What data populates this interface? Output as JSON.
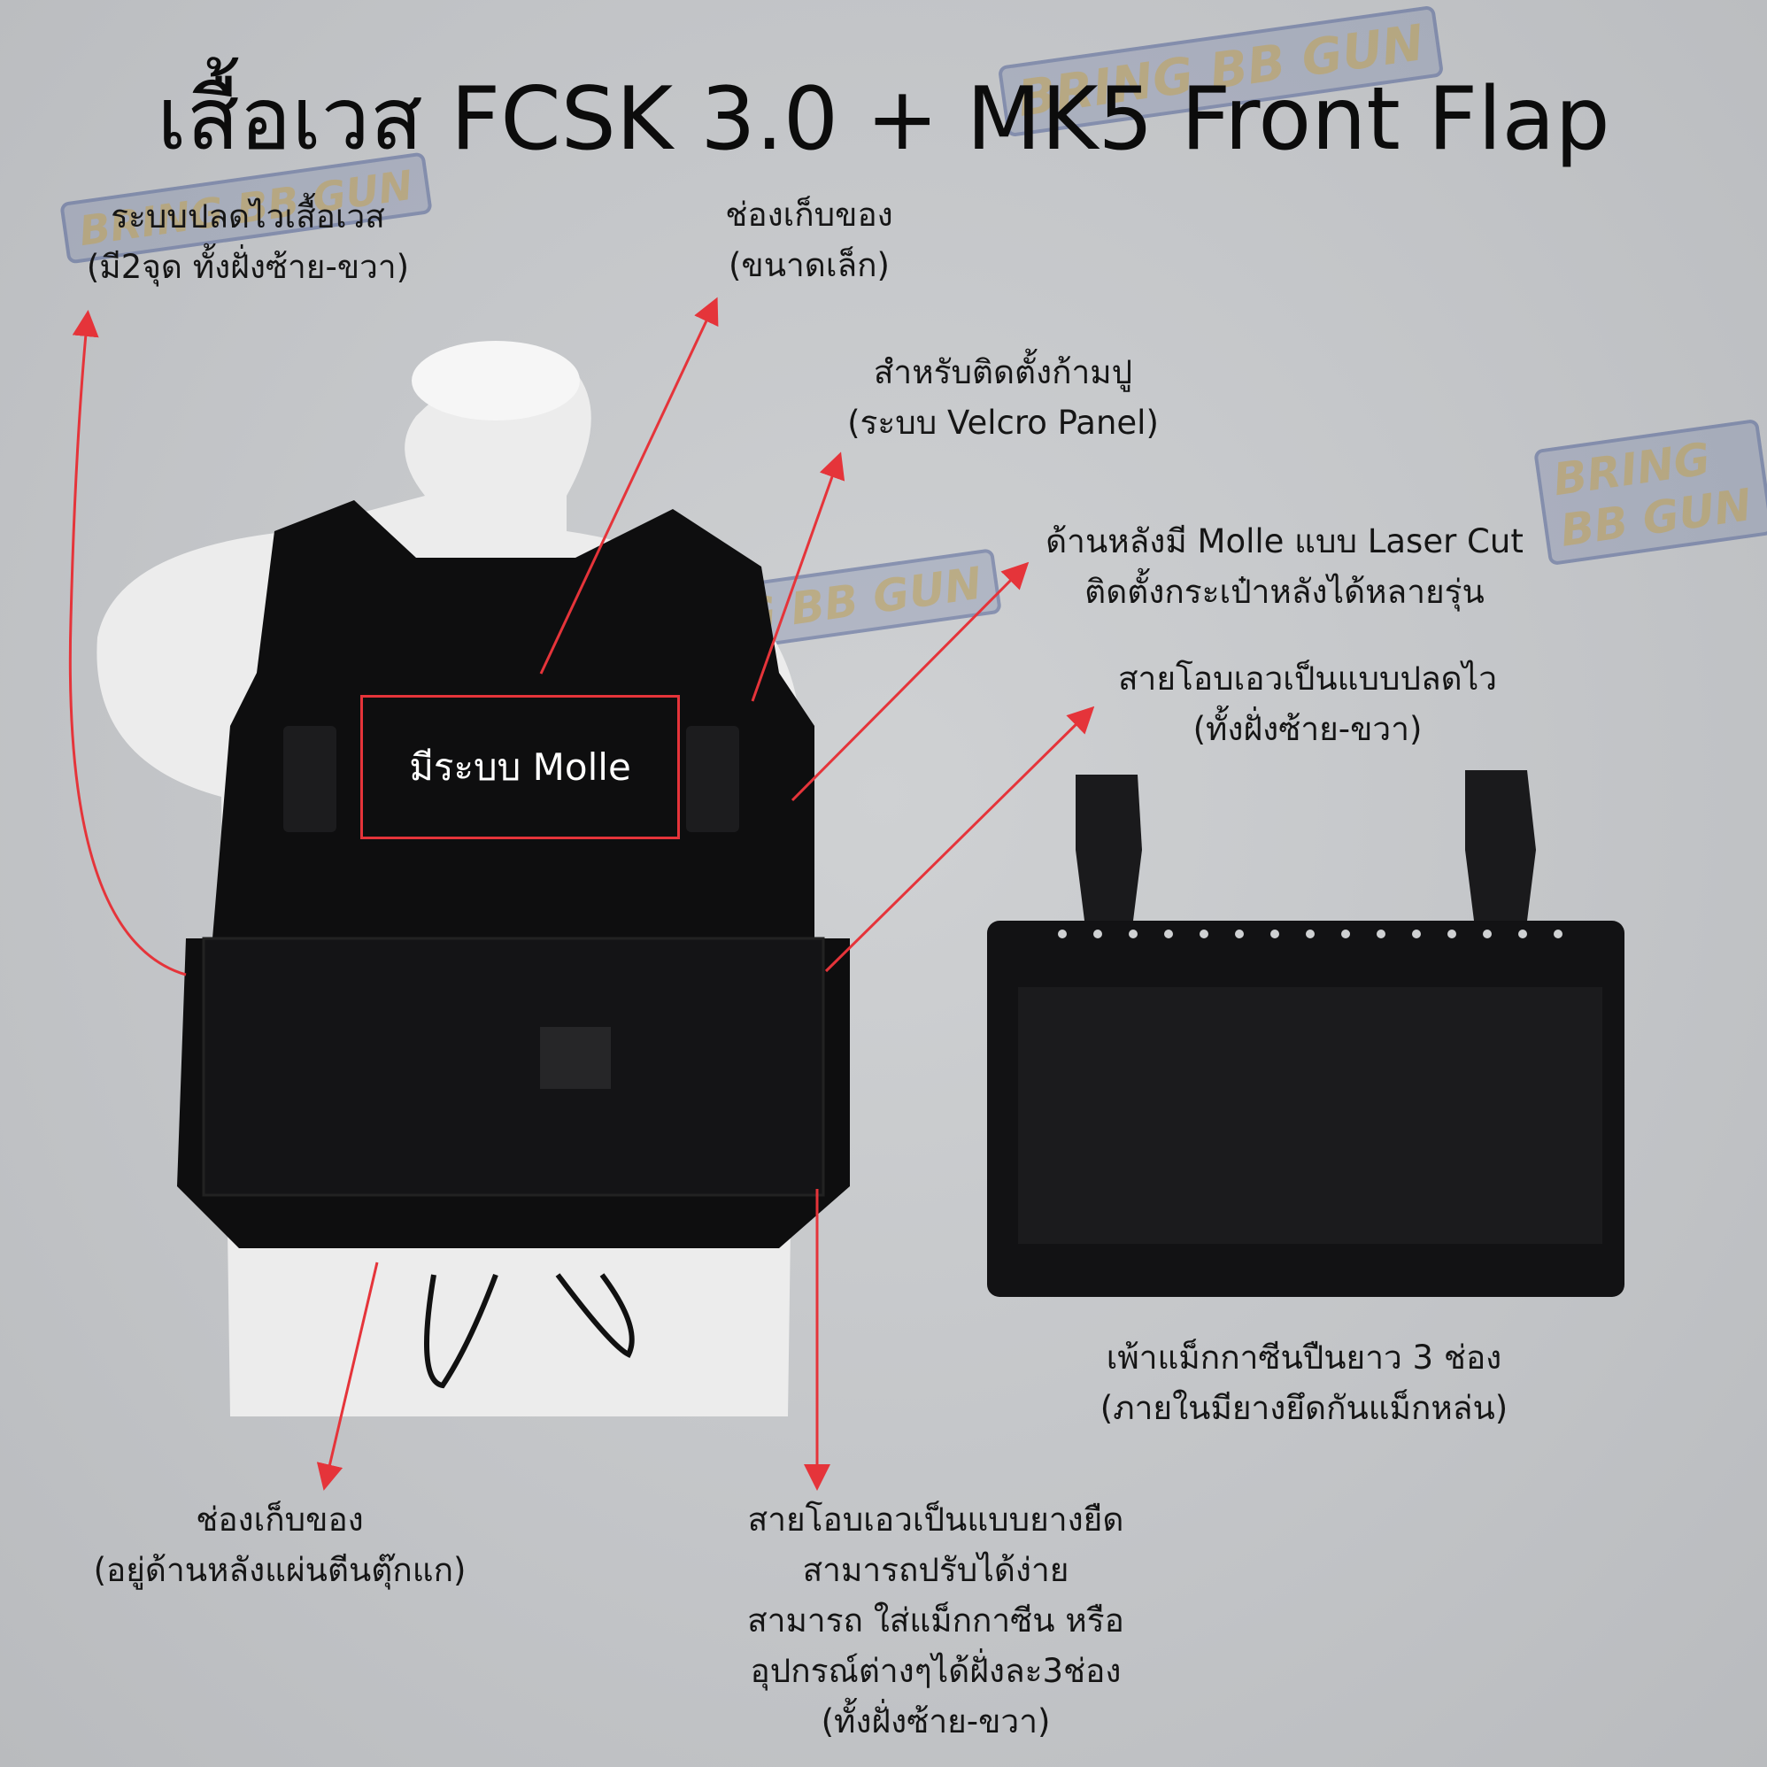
{
  "title": "เสื้อเวส FCSK 3.0 + MK5 Front Flap",
  "watermark": "BRING BB GUN",
  "colors": {
    "arrow": "#e5343a",
    "background": "#c3c5c8",
    "vest": "#0e0e0f"
  },
  "molle_box_label": "มีระบบ Molle",
  "callouts": [
    {
      "lines": [
        "ระบบปลดไวเสื้อเวส",
        "(มี2จุด ทั้งฝั่งซ้าย-ขวา)"
      ]
    },
    {
      "lines": [
        "ช่องเก็บของ",
        "(ขนาดเล็ก)"
      ]
    },
    {
      "lines": [
        "สำหรับติดตั้งก้ามปู",
        "(ระบบ Velcro Panel)"
      ]
    },
    {
      "lines": [
        "ด้านหลังมี Molle แบบ Laser Cut",
        "ติดตั้งกระเป๋าหลังได้หลายรุ่น"
      ]
    },
    {
      "lines": [
        "สายโอบเอวเป็นแบบปลดไว",
        "(ทั้งฝั่งซ้าย-ขวา)"
      ]
    },
    {
      "lines": [
        "เพ้าแม็กกาซีนปืนยาว 3 ช่อง",
        "(ภายในมียางยึดกันแม็กหล่น)"
      ]
    },
    {
      "lines": [
        "ช่องเก็บของ",
        "(อยู่ด้านหลังแผ่นตีนตุ๊กแก)"
      ]
    },
    {
      "lines": [
        "สายโอบเอวเป็นแบบยางยืด",
        "สามารถปรับได้ง่าย",
        "สามารถ ใส่แม็กกาซีน หรือ",
        "อุปกรณ์ต่างๆได้ฝั่งละ3ช่อง",
        "(ทั้งฝั่งซ้าย-ขวา)"
      ]
    }
  ]
}
